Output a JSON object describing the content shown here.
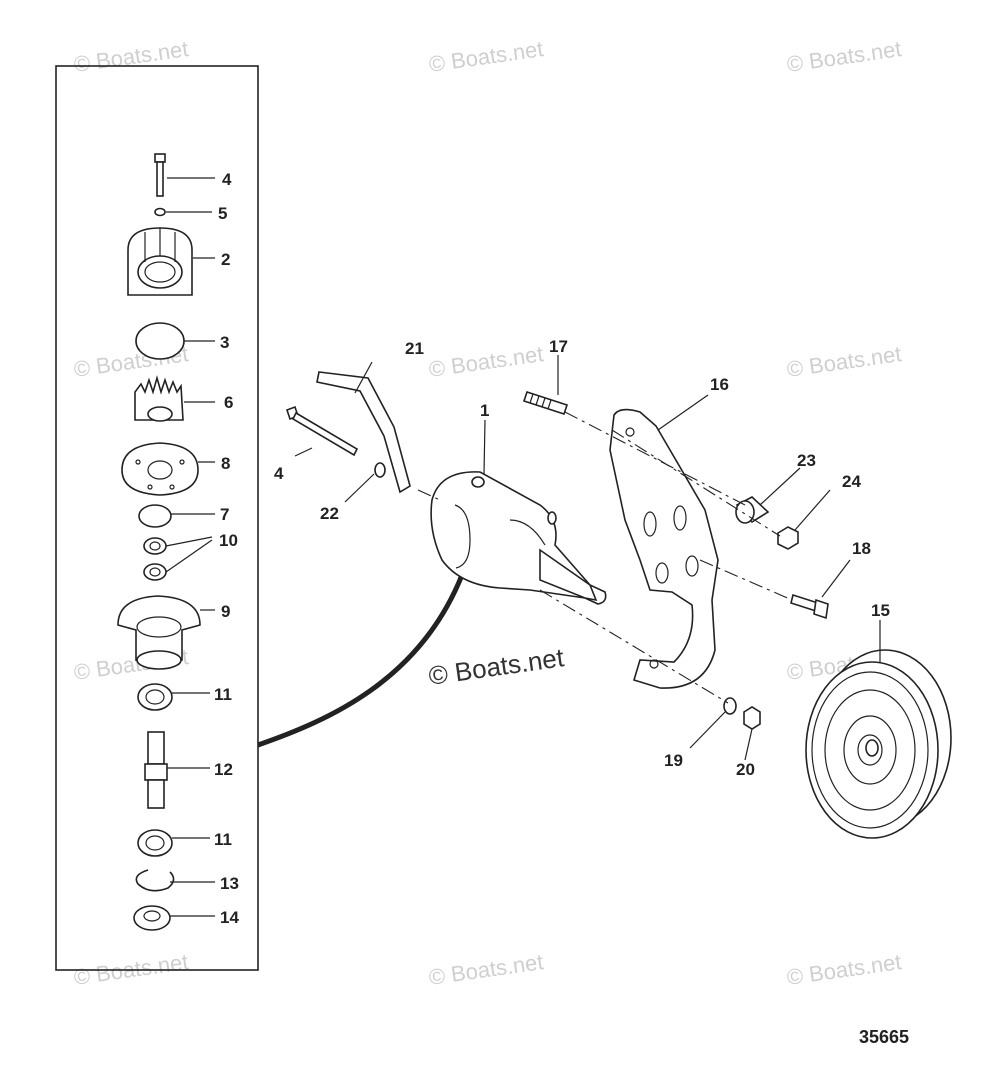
{
  "watermark": "© Boats.net",
  "figure_number": "35665",
  "callouts": {
    "c1": "1",
    "c2": "2",
    "c3": "3",
    "c4a": "4",
    "c4b": "4",
    "c5": "5",
    "c6": "6",
    "c7": "7",
    "c8": "8",
    "c9": "9",
    "c10": "10",
    "c11a": "11",
    "c11b": "11",
    "c12": "12",
    "c13": "13",
    "c14": "14",
    "c15": "15",
    "c16": "16",
    "c17": "17",
    "c18": "18",
    "c19": "19",
    "c20": "20",
    "c21": "21",
    "c22": "22",
    "c23": "23",
    "c24": "24"
  }
}
